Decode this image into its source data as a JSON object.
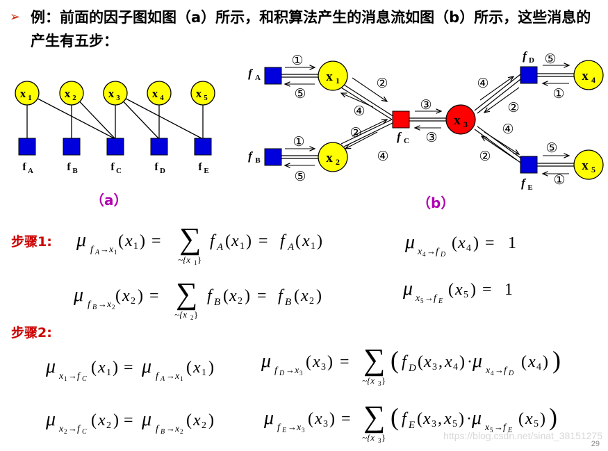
{
  "heading": {
    "bullet": "➢",
    "text": "例：前面的因子图如图（a）所示，和积算法产生的消息流如图（b）所示，这些消息的产生有五步："
  },
  "figure_a": {
    "caption": "（a）",
    "variables": [
      {
        "name": "x",
        "sub": "1"
      },
      {
        "name": "x",
        "sub": "2"
      },
      {
        "name": "x",
        "sub": "3"
      },
      {
        "name": "x",
        "sub": "4"
      },
      {
        "name": "x",
        "sub": "5"
      }
    ],
    "factors": [
      {
        "name": "f",
        "sub": "A"
      },
      {
        "name": "f",
        "sub": "B"
      },
      {
        "name": "f",
        "sub": "C"
      },
      {
        "name": "f",
        "sub": "D"
      },
      {
        "name": "f",
        "sub": "E"
      }
    ]
  },
  "figure_b": {
    "caption": "（b）",
    "nodes": {
      "x1": {
        "name": "x",
        "sub": "1"
      },
      "x2": {
        "name": "x",
        "sub": "2"
      },
      "x3": {
        "name": "x",
        "sub": "3"
      },
      "x4": {
        "name": "x",
        "sub": "4"
      },
      "x5": {
        "name": "x",
        "sub": "5"
      }
    },
    "factors": {
      "fA": {
        "name": "f",
        "sub": "A"
      },
      "fB": {
        "name": "f",
        "sub": "B"
      },
      "fC": {
        "name": "f",
        "sub": "C"
      },
      "fD": {
        "name": "f",
        "sub": "D"
      },
      "fE": {
        "name": "f",
        "sub": "E"
      }
    },
    "step_marks": {
      "fA_x1_fwd": "①",
      "fA_x1_back": "⑤",
      "fB_x2_fwd": "①",
      "fB_x2_back": "⑤",
      "x1_fC_fwd": "②",
      "x1_fC_back": "④",
      "x2_fC_fwd": "②",
      "x2_fC_back": "④",
      "fC_x3_fwd": "③",
      "fC_x3_back": "③",
      "x3_fD_fwd": "④",
      "x3_fD_back": "②",
      "x3_fE_fwd": "④",
      "x3_fE_back": "②",
      "fD_x4_fwd": "⑤",
      "fD_x4_back": "①",
      "fE_x5_fwd": "⑤",
      "fE_x5_back": "①"
    }
  },
  "steps": {
    "step1_label": "步骤1:",
    "step2_label": "步骤2:",
    "eq1": "μ_{f_A→x_1}(x_1) = Σ_{~{x_1}} f_A(x_1) = f_A(x_1)",
    "eq2": "μ_{x_4→f_D}(x_4) = 1",
    "eq3": "μ_{f_B→x_2}(x_2) = Σ_{~{x_2}} f_B(x_2) = f_B(x_2)",
    "eq4": "μ_{x_5→f_E}(x_5) = 1",
    "eq5": "μ_{x_1→f_C}(x_1) = μ_{f_A→x_1}(x_1)",
    "eq6": "μ_{f_D→x_3}(x_3) = Σ_{~{x_3}} ( f_D(x_3,x_4)·μ_{x_4→f_D}(x_4) )",
    "eq7": "μ_{x_2→f_C}(x_2) = μ_{f_B→x_2}(x_2)",
    "eq8": "μ_{f_E→x_3}(x_3) = Σ_{~{x_3}} ( f_E(x_3,x_5)·μ_{x_5→f_E}(x_5) )"
  },
  "math_tokens": {
    "mu": "μ",
    "sum": "∑",
    "arrow": "→",
    "eq": "=",
    "lp": "(",
    "rp": ")",
    "comma": ",",
    "dot": "·",
    "one": "1",
    "tilde_prefix": "~{",
    "brace_close": "}",
    "big_lp": "(",
    "big_rp": ")"
  },
  "footer": {
    "watermark": "https://blog.csdn.net/sinat_38151275",
    "page_number": "29"
  },
  "colors": {
    "variable_node": "#ffff00",
    "variable_x3_node": "#ff0000",
    "factor_a": "#0000dd",
    "factor_fC_b": "#ff0000",
    "step_label": "#cc0000",
    "caption": "#b000b0"
  }
}
